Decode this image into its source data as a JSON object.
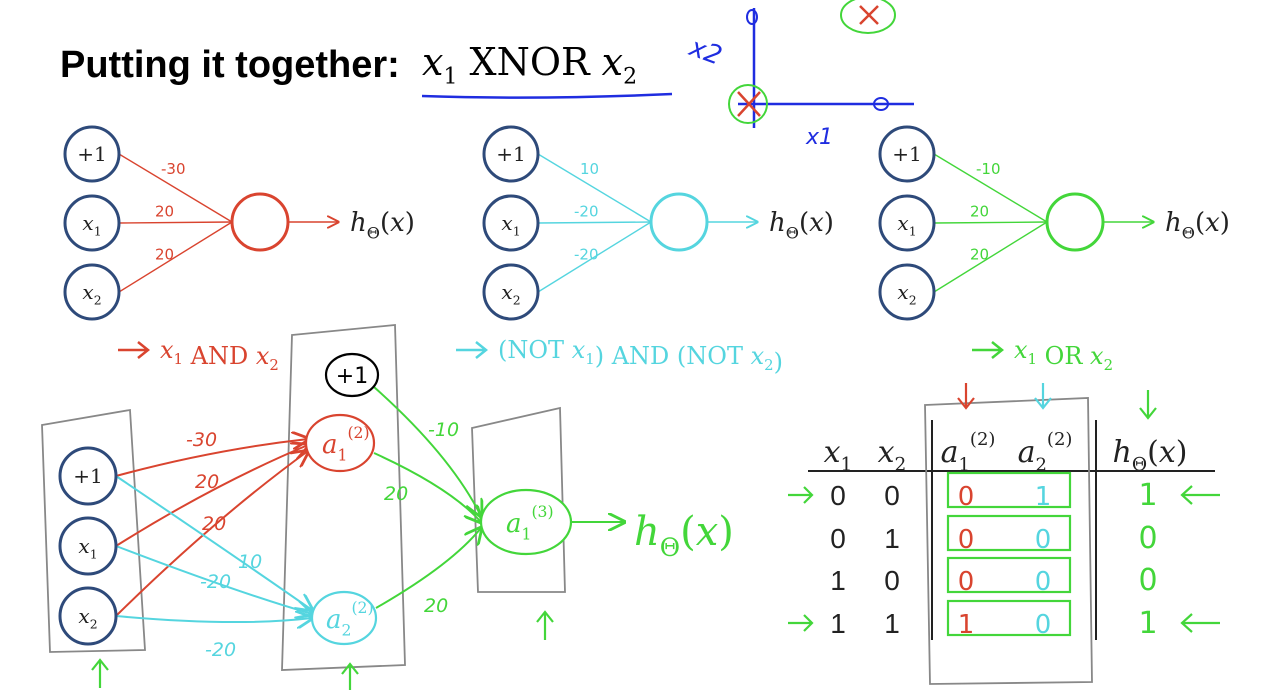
{
  "title": {
    "prefix": "Putting it together:",
    "expression": "x1 XNOR x2"
  },
  "axes_sketch": {
    "y_label": "x2",
    "x_label": "x1"
  },
  "networks": [
    {
      "name": "and",
      "inputs": [
        "+1",
        "x1",
        "x2"
      ],
      "weights": [
        "-30",
        "20",
        "20"
      ],
      "output": "hΘ(x)",
      "caption": "x1 AND x2",
      "color": "#d9442f"
    },
    {
      "name": "nor",
      "inputs": [
        "+1",
        "x1",
        "x2"
      ],
      "weights": [
        "10",
        "-20",
        "-20"
      ],
      "output": "hΘ(x)",
      "caption": "(NOT x1) AND (NOT x2)",
      "color": "#55d5df"
    },
    {
      "name": "or",
      "inputs": [
        "+1",
        "x1",
        "x2"
      ],
      "weights": [
        "-10",
        "20",
        "20"
      ],
      "output": "hΘ(x)",
      "caption": "x1 OR x2",
      "color": "#43d63a"
    }
  ],
  "combined_network": {
    "inputs": [
      "+1",
      "x1",
      "x2"
    ],
    "hidden_bias": "+1",
    "hidden": [
      "a1(2)",
      "a2(2)"
    ],
    "output_node": "a1(3)",
    "output": "hΘ(x)",
    "weights_to_a1": [
      "-30",
      "20",
      "20"
    ],
    "weights_to_a2": [
      "10",
      "-20",
      "-20"
    ],
    "weights_to_out": [
      "-10",
      "20",
      "20"
    ]
  },
  "truth_table": {
    "headers": [
      "x1",
      "x2",
      "a1(2)",
      "a2(2)",
      "hΘ(x)"
    ],
    "rows": [
      [
        "0",
        "0",
        "0",
        "1",
        "1"
      ],
      [
        "0",
        "1",
        "0",
        "0",
        "0"
      ],
      [
        "1",
        "0",
        "0",
        "0",
        "0"
      ],
      [
        "1",
        "1",
        "1",
        "0",
        "1"
      ]
    ]
  },
  "colors": {
    "and": "#d9442f",
    "nor": "#55d5df",
    "or": "#43d63a",
    "node": "#2e4a7a",
    "pen_blue": "#1f2de0"
  }
}
